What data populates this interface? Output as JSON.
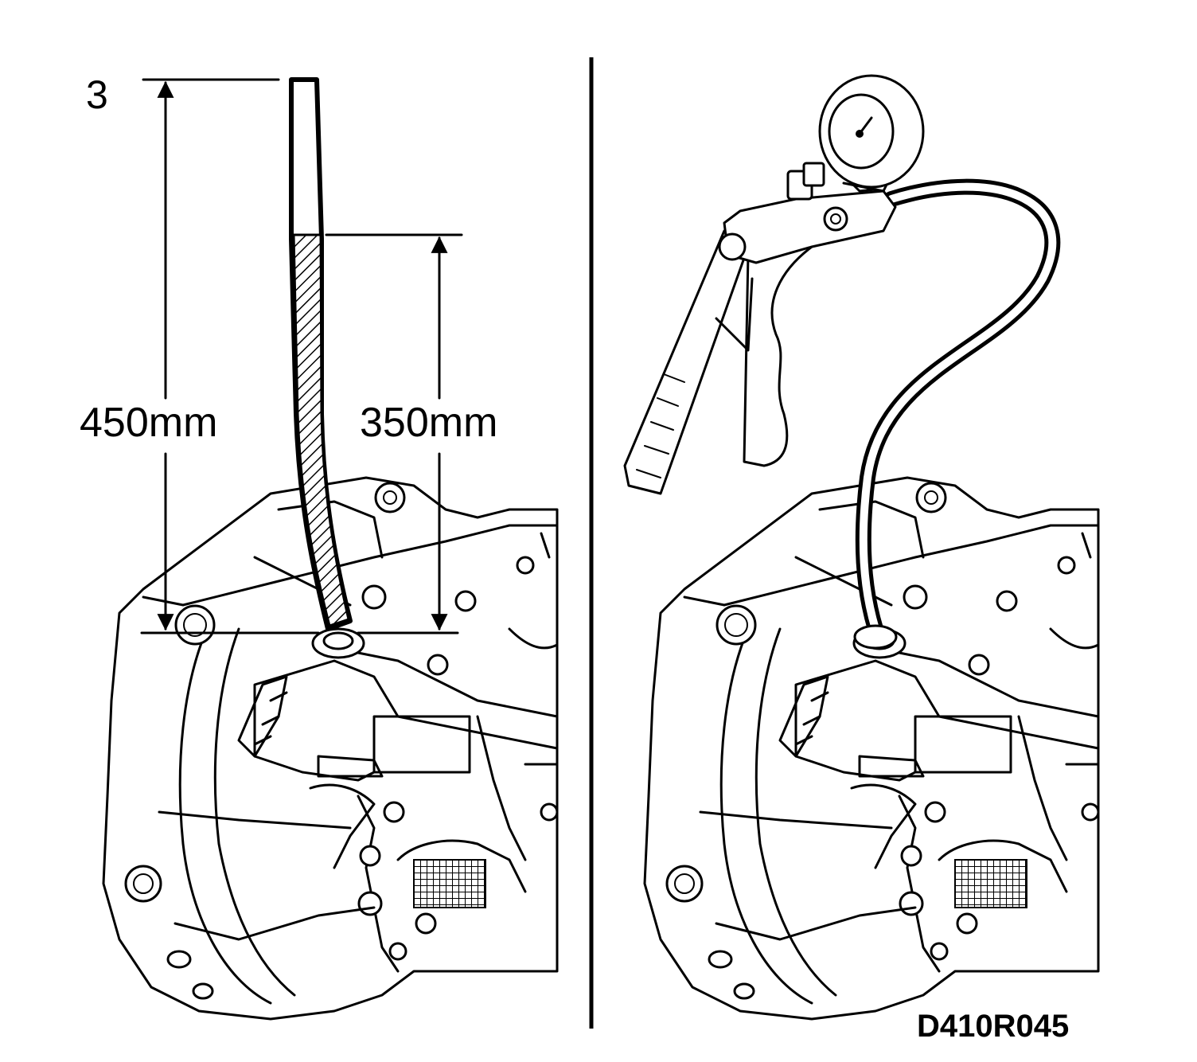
{
  "labels": {
    "callout_number": "3",
    "dimension_total": "450mm",
    "dimension_fluid": "350mm",
    "figure_code": "D410R045"
  },
  "colors": {
    "line": "#000000",
    "background": "#ffffff"
  },
  "icons": {
    "left_panel": "transmission-with-fill-tube-icon",
    "right_panel": "vacuum-pump-with-gauge-icon"
  }
}
